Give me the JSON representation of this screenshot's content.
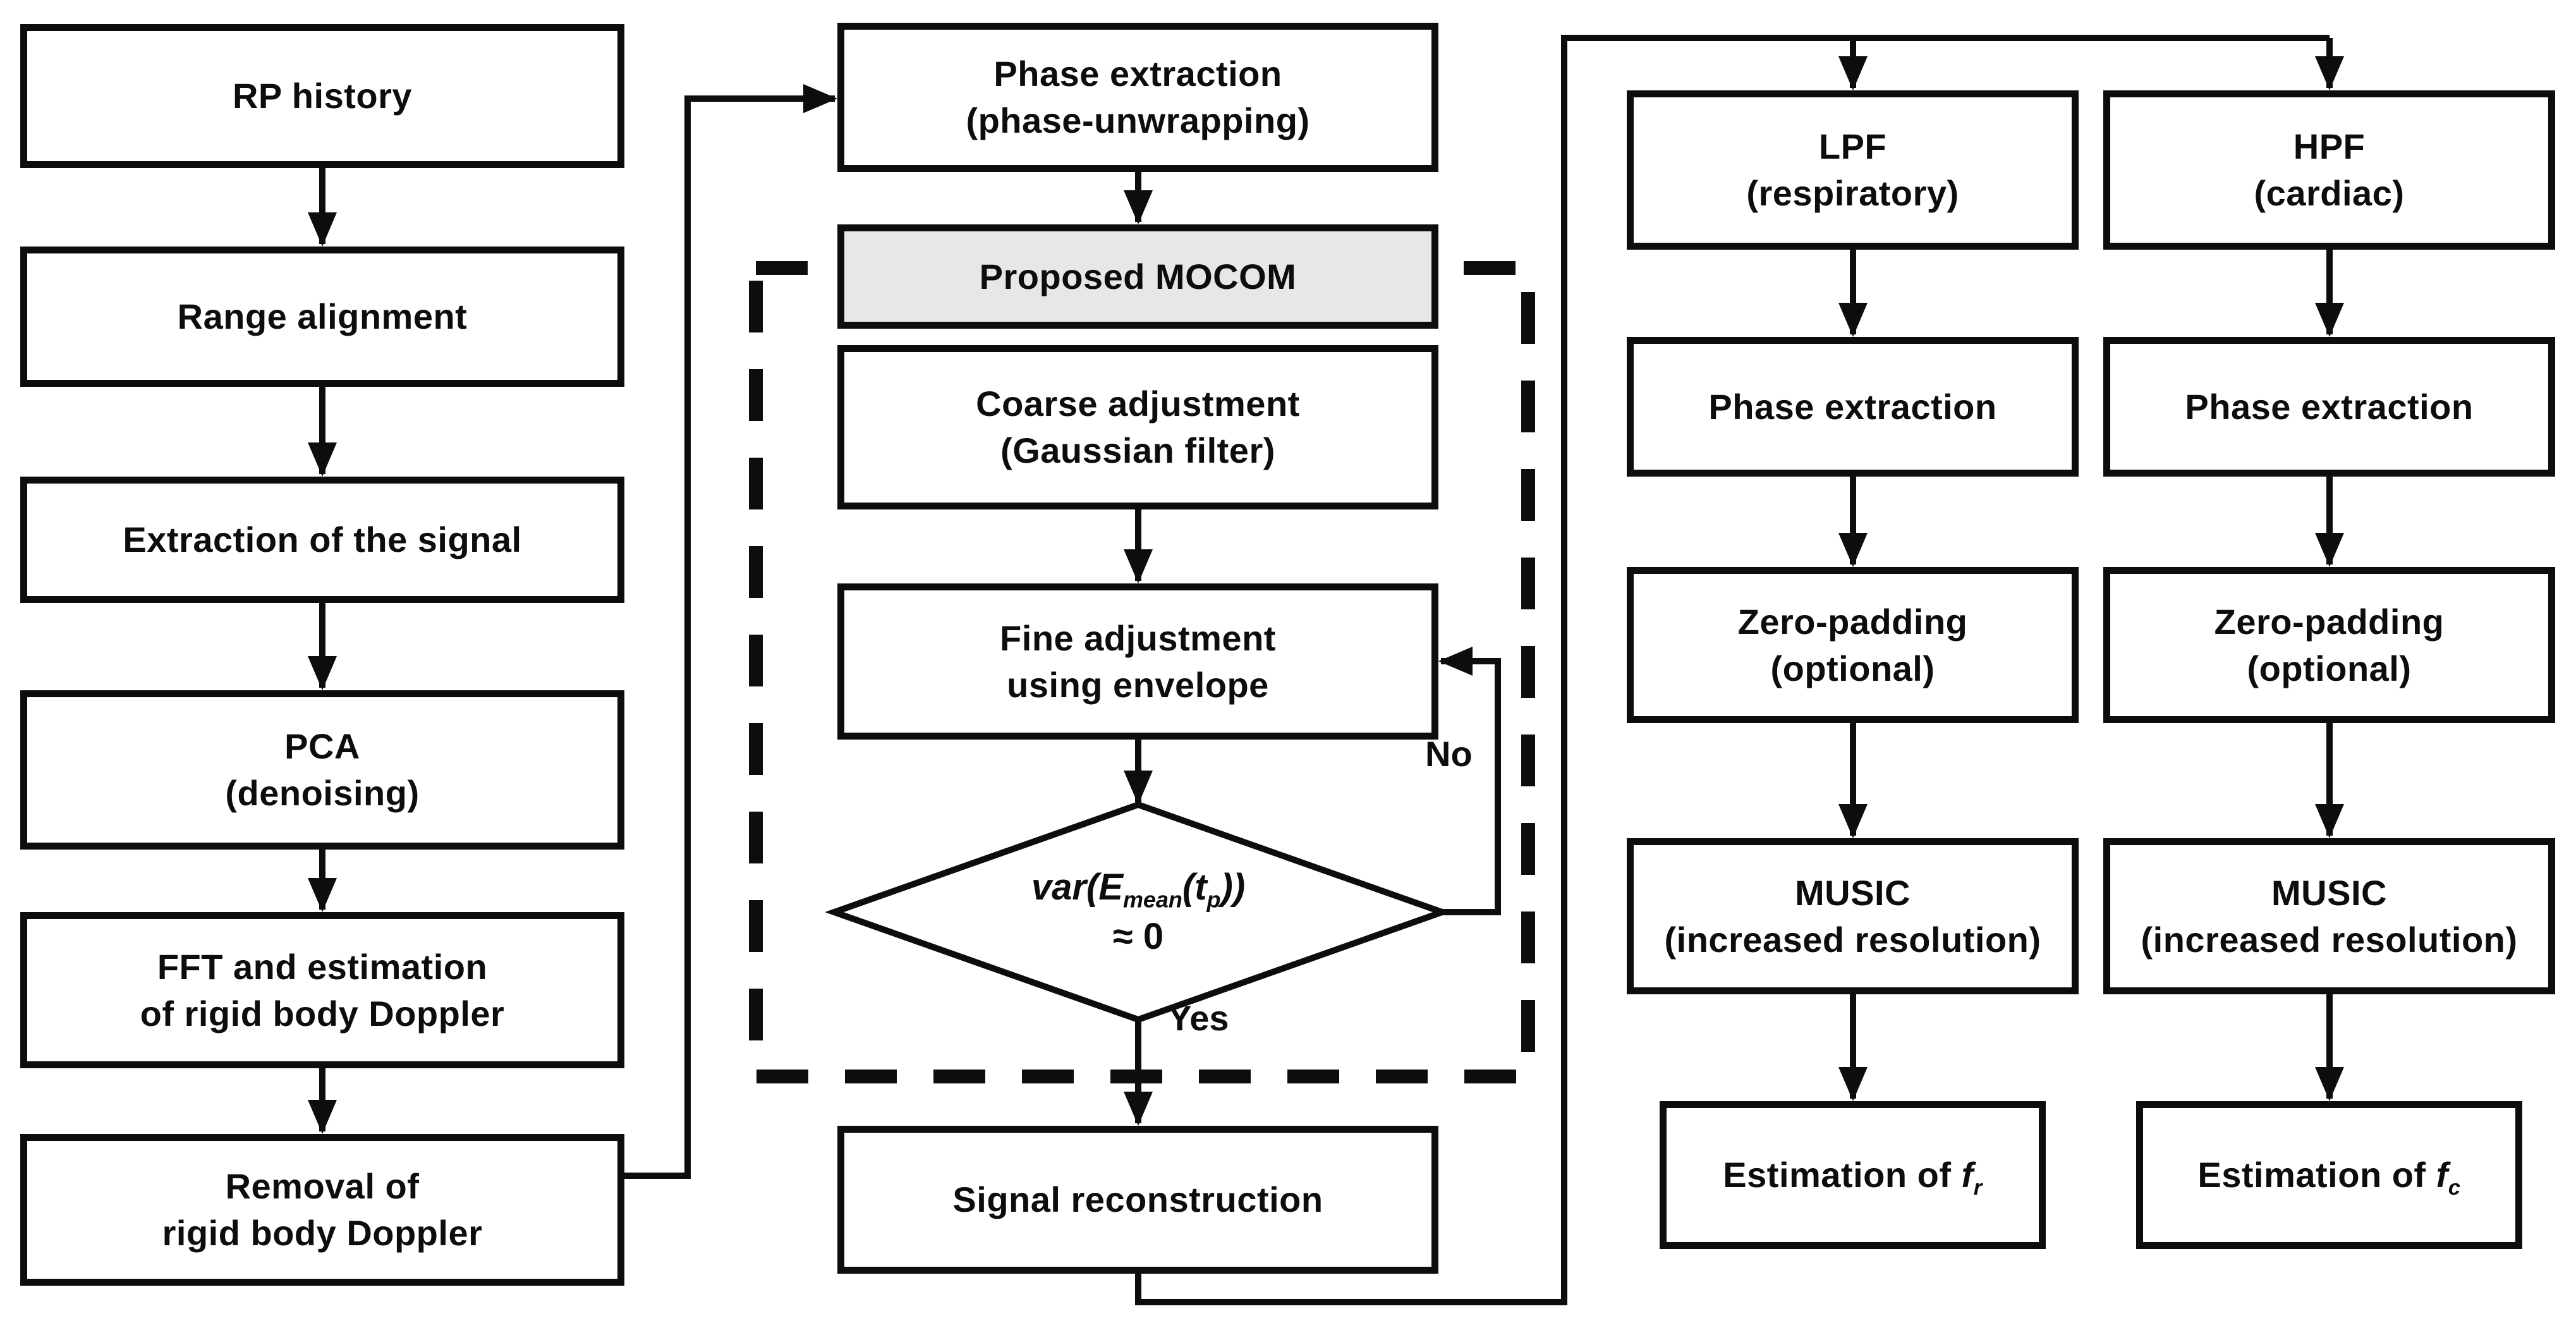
{
  "diagram": {
    "background": "#ffffff",
    "line_color": "#0d0d0d",
    "mocom_fill": "#e7e7e6",
    "left_column": {
      "rp_history": "RP history",
      "range_alignment": "Range alignment",
      "extraction_signal": "Extraction of the signal",
      "pca": "PCA\n(denoising)",
      "fft": "FFT and estimation\nof rigid body Doppler",
      "removal": "Removal of\nrigid body Doppler"
    },
    "middle_column": {
      "phase_extraction": "Phase extraction\n(phase-unwrapping)",
      "proposed_mocom": "Proposed MOCOM",
      "coarse_adjustment": "Coarse adjustment\n(Gaussian filter)",
      "fine_adjustment": "Fine adjustment\nusing envelope",
      "decision": {
        "fn": "var(",
        "sym1": "E",
        "sub1": "mean",
        "open": "(",
        "sym2": "t",
        "sub2": "p",
        "close": "))",
        "line2": "≈ 0"
      },
      "signal_reconstruction": "Signal reconstruction"
    },
    "branch_respiratory": {
      "lpf": "LPF\n(respiratory)",
      "phase_extraction": "Phase extraction",
      "zero_padding": "Zero-padding\n(optional)",
      "music": "MUSIC\n(increased resolution)",
      "estimation": {
        "prefix": "Estimation of ",
        "sym": "f",
        "sub": "r"
      }
    },
    "branch_cardiac": {
      "hpf": "HPF\n(cardiac)",
      "phase_extraction": "Phase extraction",
      "zero_padding": "Zero-padding\n(optional)",
      "music": "MUSIC\n(increased resolution)",
      "estimation": {
        "prefix": "Estimation of ",
        "sym": "f",
        "sub": "c"
      }
    },
    "edge_labels": {
      "yes": "Yes",
      "no": "No"
    }
  }
}
